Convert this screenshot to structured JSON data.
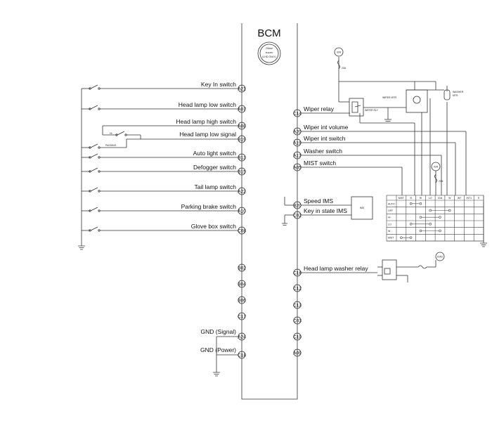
{
  "title": "BCM",
  "chime": [
    "Chime",
    "buzzer",
    "(LHD ONLY)"
  ],
  "left_inputs": [
    {
      "label": "Key In switch",
      "pin": "A21"
    },
    {
      "label": "Head lamp low switch",
      "pin": "A07"
    },
    {
      "label": "Head lamp high switch",
      "pin": "A08"
    },
    {
      "label": "Head lamp low signal",
      "pin": "B19"
    },
    {
      "label": "Auto light switch",
      "pin": "B13"
    },
    {
      "label": "Defogger switch",
      "pin": "B15"
    },
    {
      "label": "Tail lamp switch",
      "pin": "A22"
    },
    {
      "label": "Parking brake switch",
      "pin": "A10"
    },
    {
      "label": "Glove box switch",
      "pin": "C08"
    }
  ],
  "left_extra_pins": [
    "B02",
    "B04",
    "B06",
    "C17"
  ],
  "gnd_pins": [
    {
      "label": "GND (Signal)",
      "pin": "A24"
    },
    {
      "label": "GND (Power)",
      "pin": "C18"
    }
  ],
  "right_outputs": [
    {
      "label": "Wiper relay",
      "pin": "C14"
    },
    {
      "label": "Wiper int volume",
      "pin": "A20"
    },
    {
      "label": "Wiper int switch",
      "pin": "A19"
    },
    {
      "label": "Washer switch",
      "pin": "A17"
    },
    {
      "label": "MIST switch",
      "pin": "A05"
    },
    {
      "label": "Speed IMS",
      "pin": "B20"
    },
    {
      "label": "Key in state IMS",
      "pin": "C02"
    },
    {
      "label": "Head lamp washer relay",
      "pin": "C16"
    }
  ],
  "right_extra_pins": [
    "C12",
    "C13",
    "C03",
    "C10",
    "A09"
  ],
  "small_text": {
    "hi": "HI",
    "passing": "PASSING",
    "ign1": "IGN",
    "fuse1": "20A",
    "wiper_motor": "WIPER MTR",
    "wiper_relay": "WIPER RLY",
    "washer_motor": [
      "WASHER",
      "MTR"
    ],
    "ign2": "IGN",
    "fuse2": "20A",
    "ims": "IMS",
    "ign3": "IGN2"
  },
  "wiper_switch_table": {
    "columns": [
      "MIST",
      "B",
      "HI",
      "LO",
      "IGN",
      "W",
      "INT",
      "INT1",
      "E"
    ],
    "rows": [
      "AUTO",
      "OFF",
      "HI",
      "LO",
      "W",
      "MIST"
    ]
  }
}
